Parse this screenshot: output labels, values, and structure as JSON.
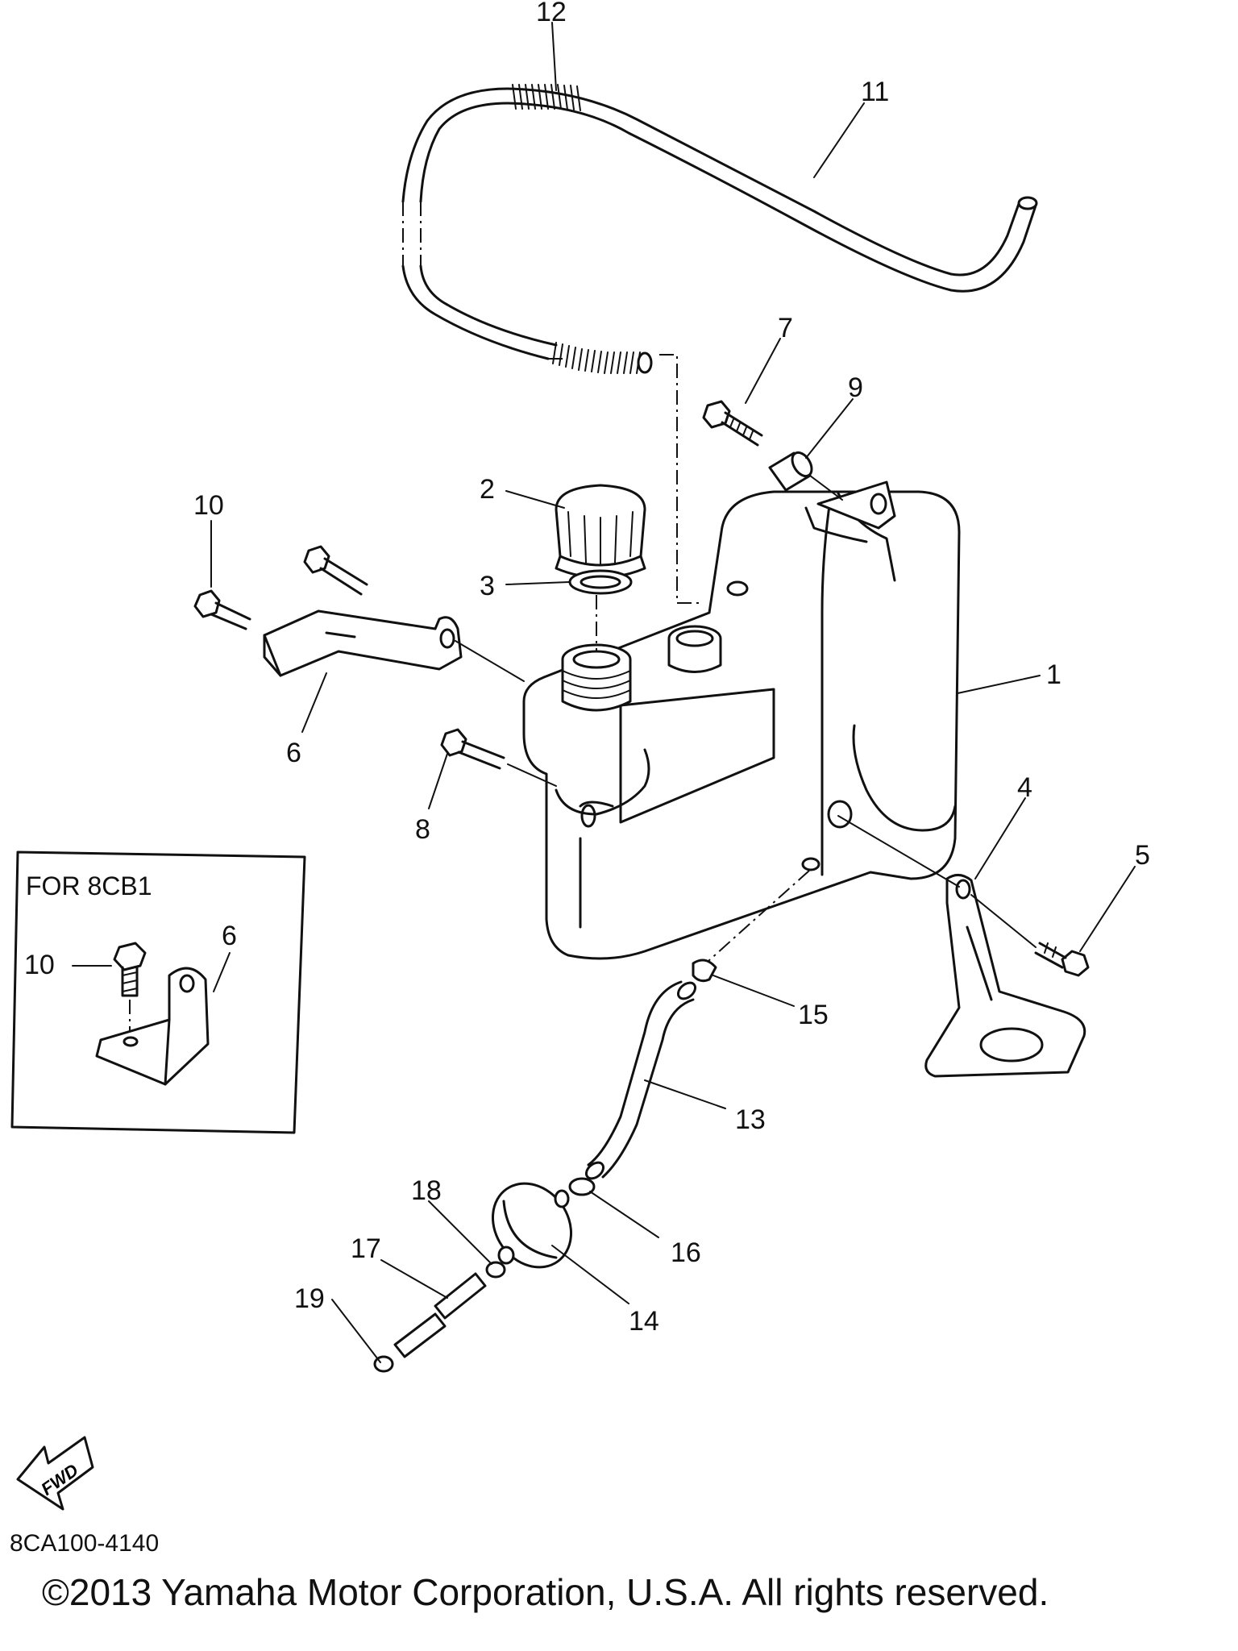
{
  "callouts": [
    {
      "num": "1",
      "part": "oil-tank"
    },
    {
      "num": "2",
      "part": "tank-cap"
    },
    {
      "num": "3",
      "part": "gasket"
    },
    {
      "num": "4",
      "part": "bracket"
    },
    {
      "num": "5",
      "part": "bolt"
    },
    {
      "num": "6",
      "part": "bracket"
    },
    {
      "num": "7",
      "part": "bolt"
    },
    {
      "num": "8",
      "part": "bolt"
    },
    {
      "num": "9",
      "part": "collar"
    },
    {
      "num": "10",
      "part": "bolt"
    },
    {
      "num": "11",
      "part": "hose"
    },
    {
      "num": "12",
      "part": "spring"
    },
    {
      "num": "13",
      "part": "hose"
    },
    {
      "num": "14",
      "part": "filter"
    },
    {
      "num": "15",
      "part": "clip"
    },
    {
      "num": "16",
      "part": "clip"
    },
    {
      "num": "17",
      "part": "hose"
    },
    {
      "num": "18",
      "part": "clip"
    },
    {
      "num": "19",
      "part": "clip"
    }
  ],
  "inset": {
    "title": "FOR 8CB1",
    "callouts": [
      "10",
      "6"
    ]
  },
  "fwd_label": "FWD",
  "drawing_code": "8CA100-4140",
  "copyright": "©2013 Yamaha Motor Corporation, U.S.A. All rights reserved."
}
